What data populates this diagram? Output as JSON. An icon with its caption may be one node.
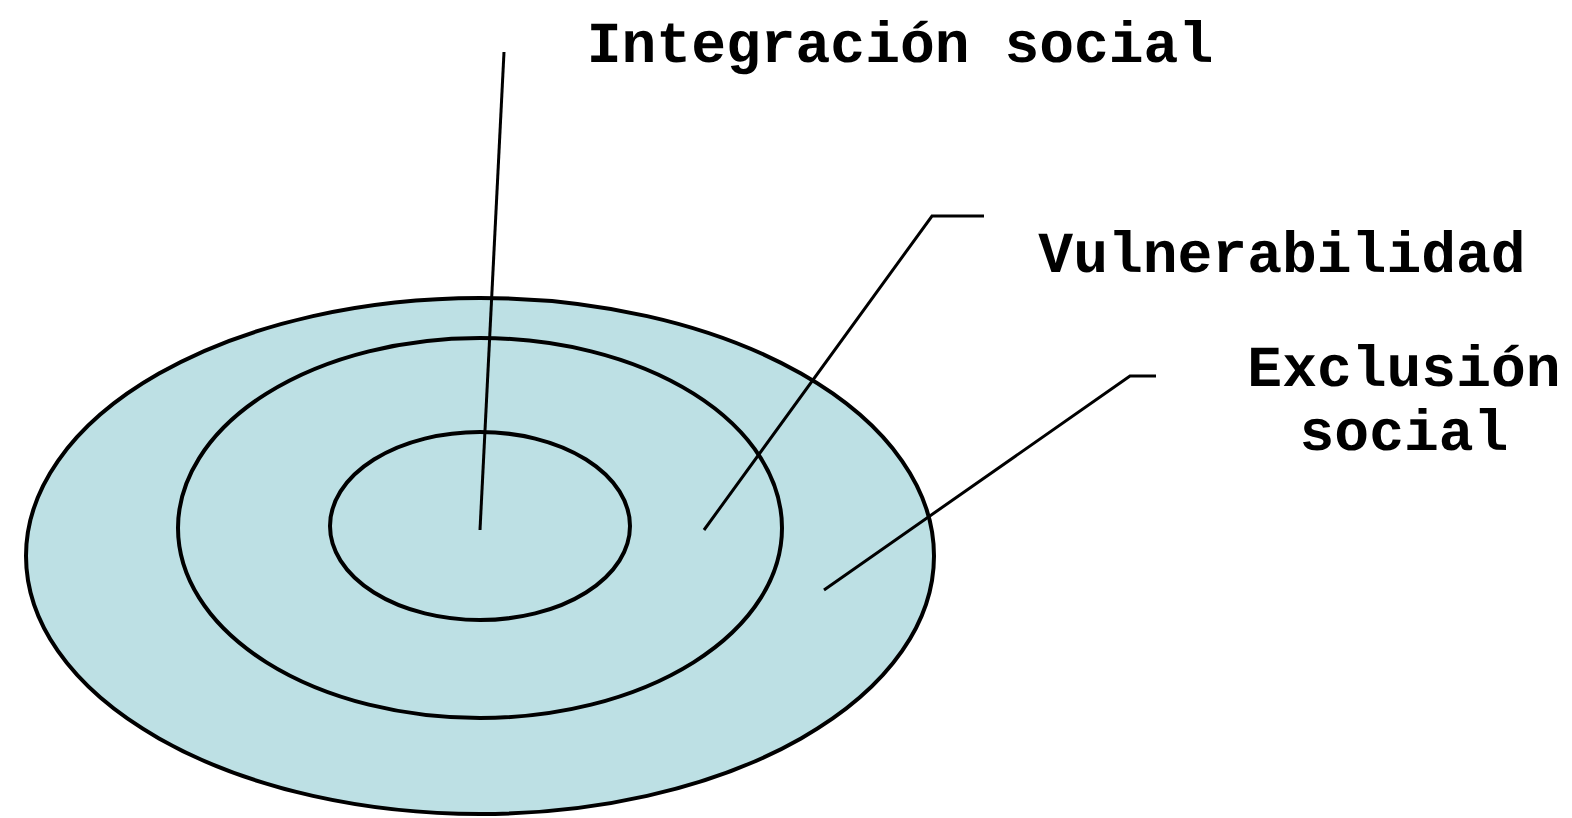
{
  "diagram": {
    "nodes": [
      {
        "text": [
          "Integración social"
        ]
      },
      {
        "text": [
          "Vulnerabilidad"
        ]
      },
      {
        "text": [
          "Exclusión social"
        ]
      },
      {
        "text": [],
        "shape": "ellipse"
      },
      {
        "text": [],
        "shape": "ellipse",
        "in": 3
      },
      {
        "text": [],
        "shape": "ellipse",
        "in": 4
      }
    ],
    "edges": [
      {
        "from": 0,
        "to": 5,
        "arrow": "none"
      },
      {
        "from": 1,
        "to": 4,
        "arrow": "none"
      },
      {
        "from": 2,
        "to": 3,
        "arrow": "none"
      }
    ]
  }
}
